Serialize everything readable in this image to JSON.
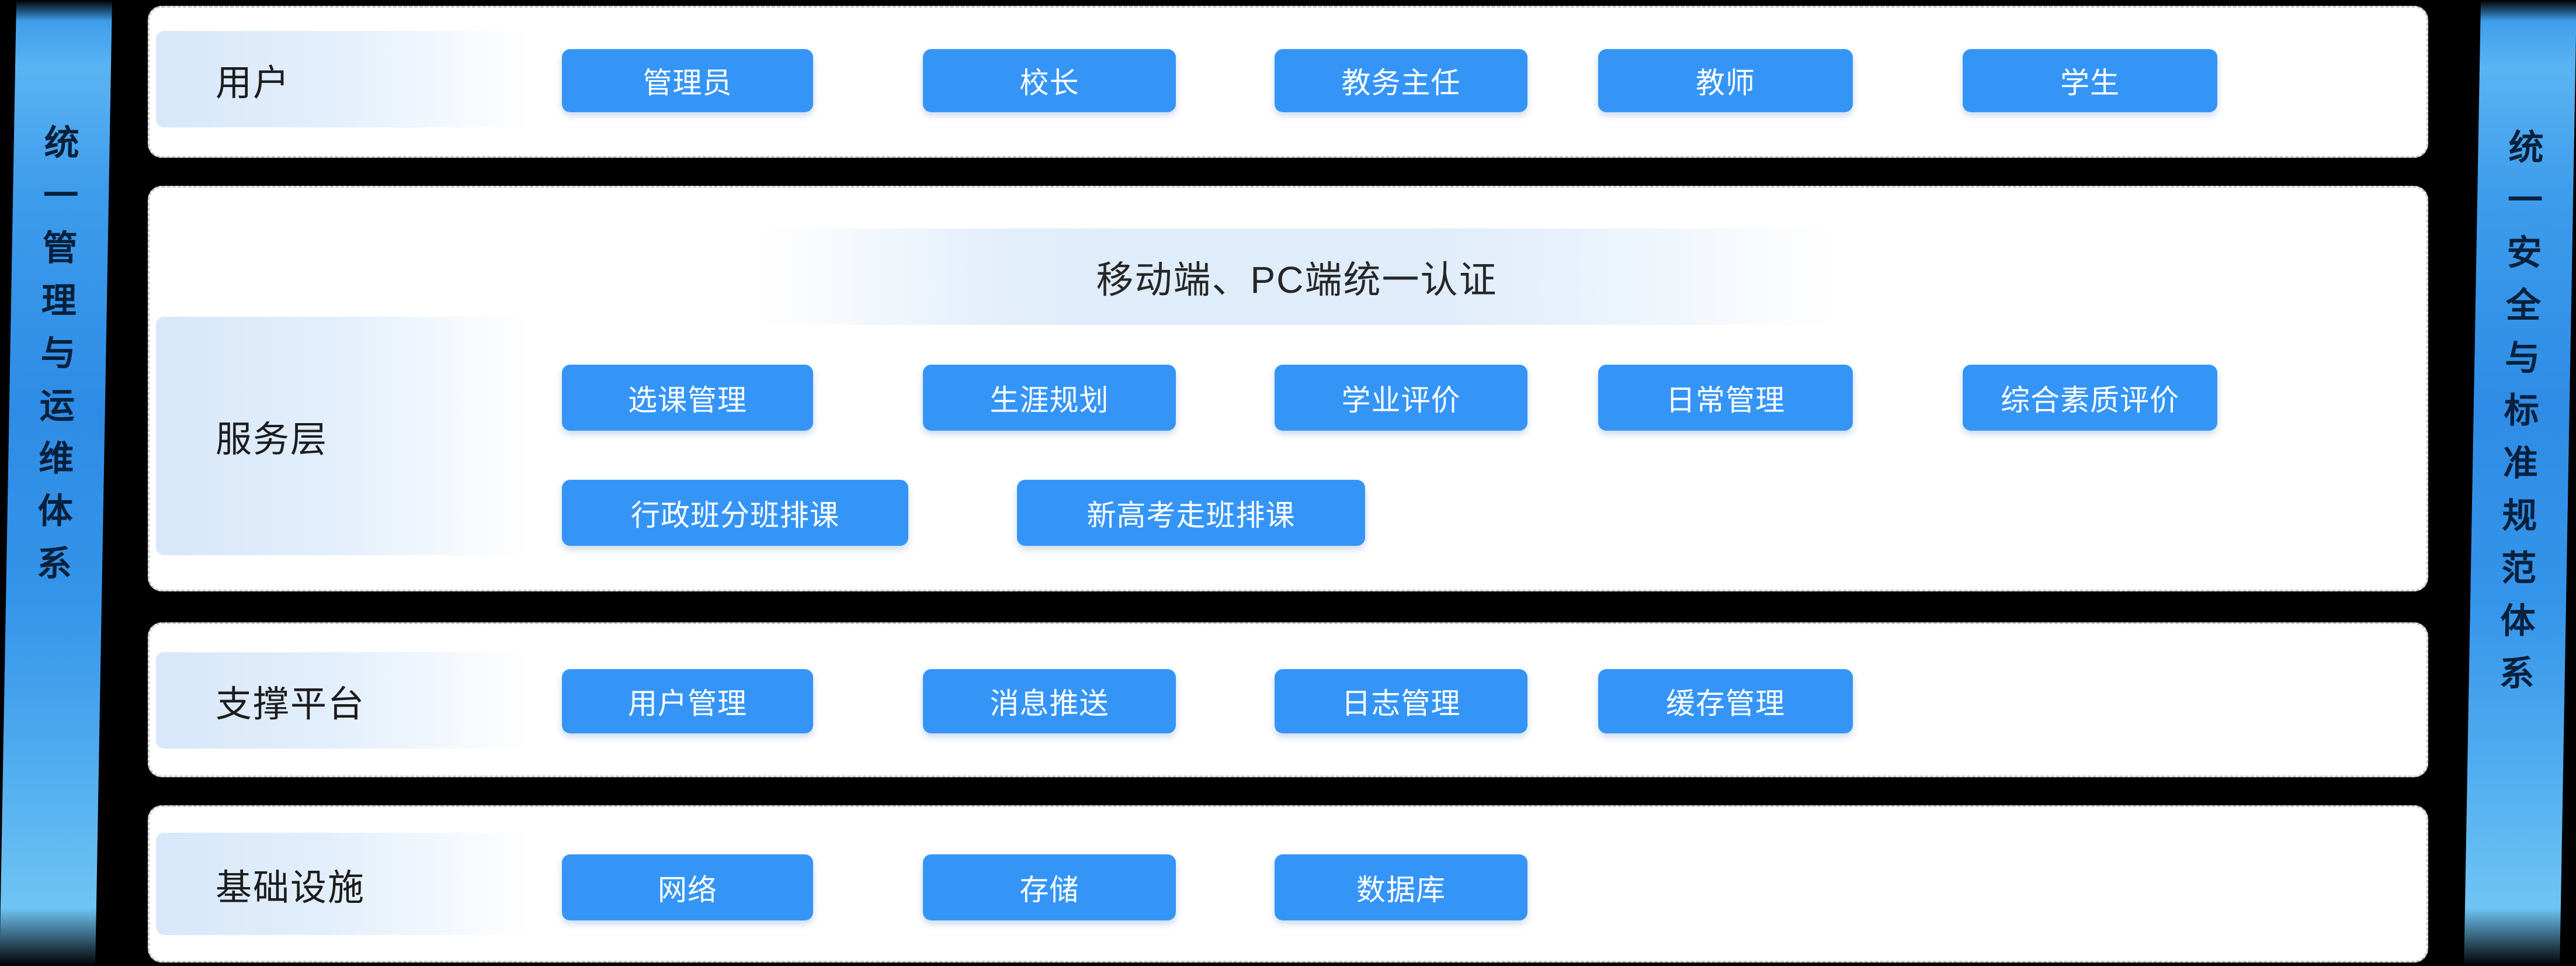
{
  "colors": {
    "background": "#000000",
    "block_blue": "#3595f7",
    "block_text": "#ffffff",
    "ribbon_blue_light": "#5ab3f2",
    "ribbon_blue_dark": "#2e8ce6",
    "ribbon_text": "#07203c",
    "panel_bg": "#ffffff",
    "panel_border": "#c7c7c7",
    "label_box": "#d7e7f9",
    "banner_bg": "#dfecfa",
    "label_text": "#1c1c1c"
  },
  "left_ribbon": {
    "label": "统一管理与运维体系"
  },
  "right_ribbon": {
    "label": "统一安全与标准规范体系"
  },
  "rows": [
    {
      "label": "用户",
      "buttons": [
        "管理员",
        "校长",
        "教务主任",
        "教师",
        "学生"
      ]
    },
    {
      "label": "服务层",
      "banner": "移动端、PC端统一认证",
      "buttons": [
        "选课管理",
        "生涯规划",
        "学业评价",
        "日常管理",
        "综合素质评价"
      ],
      "buttons2": [
        "行政班分班排课",
        "新高考走班排课"
      ]
    },
    {
      "label": "支撑平台",
      "buttons": [
        "用户管理",
        "消息推送",
        "日志管理",
        "缓存管理"
      ]
    },
    {
      "label": "基础设施",
      "buttons": [
        "网络",
        "存储",
        "数据库"
      ]
    }
  ]
}
